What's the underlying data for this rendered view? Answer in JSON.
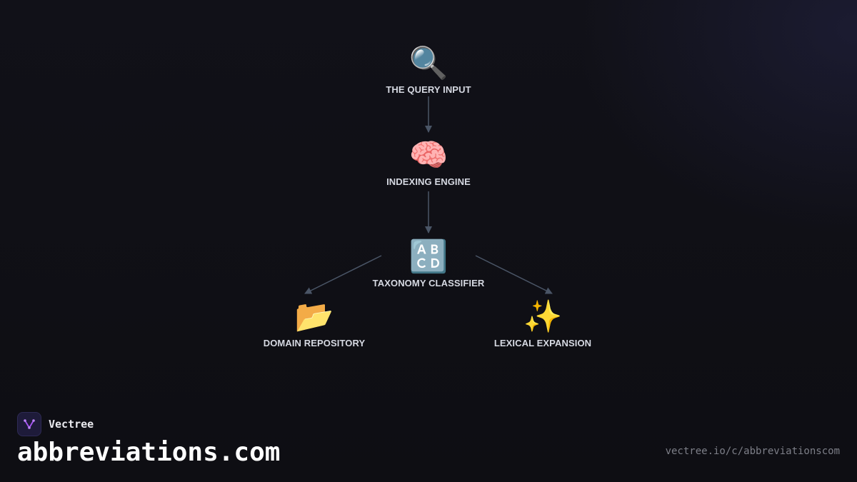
{
  "diagram": {
    "nodes": [
      {
        "id": "query",
        "icon": "magnifying-glass-icon",
        "emoji": "🔍",
        "label": "THE QUERY INPUT"
      },
      {
        "id": "engine",
        "icon": "brain-icon",
        "emoji": "🧠",
        "label": "INDEXING ENGINE"
      },
      {
        "id": "classifier",
        "icon": "abcd-letters-icon",
        "emoji": "🔠",
        "label": "TAXONOMY CLASSIFIER"
      },
      {
        "id": "repository",
        "icon": "open-folder-icon",
        "emoji": "📂",
        "label": "DOMAIN REPOSITORY"
      },
      {
        "id": "expansion",
        "icon": "sparkles-icon",
        "emoji": "✨",
        "label": "LEXICAL EXPANSION"
      }
    ],
    "edges": [
      {
        "from": "query",
        "to": "engine"
      },
      {
        "from": "engine",
        "to": "classifier"
      },
      {
        "from": "classifier",
        "to": "repository"
      },
      {
        "from": "classifier",
        "to": "expansion"
      }
    ],
    "edge_color": "#4a5566",
    "label_color": "#d6d9e2"
  },
  "footer": {
    "brand_name": "Vectree",
    "brand_logo_icon": "vectree-logo-icon",
    "brand_accent": "#a855f7",
    "site_title": "abbreviations.com",
    "url": "vectree.io/c/abbreviationscom"
  }
}
